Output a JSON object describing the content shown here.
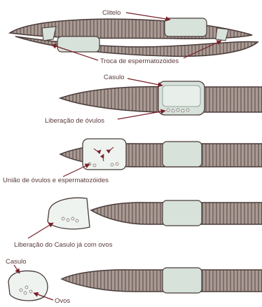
{
  "labels": {
    "clitelo": "Clitelo",
    "troca": "Troca de espermatozóides",
    "casulo_top": "Casulo",
    "liberacao_ovulos": "Liberação de óvulos",
    "uniao": "União de óvulos e espermatozóides",
    "liberacao_casulo": "Liberação do Casulo já com ovos",
    "casulo_bottom": "Casulo",
    "ovos": "Ovos"
  },
  "colors": {
    "worm_body": "#a99a94",
    "worm_outline": "#4a3c3a",
    "segment": "#6b5a56",
    "clitellum": "#d7e2db",
    "cocoon": "#eef3ef",
    "arrow": "#7a1f2a",
    "label": "#5a3a3a"
  }
}
